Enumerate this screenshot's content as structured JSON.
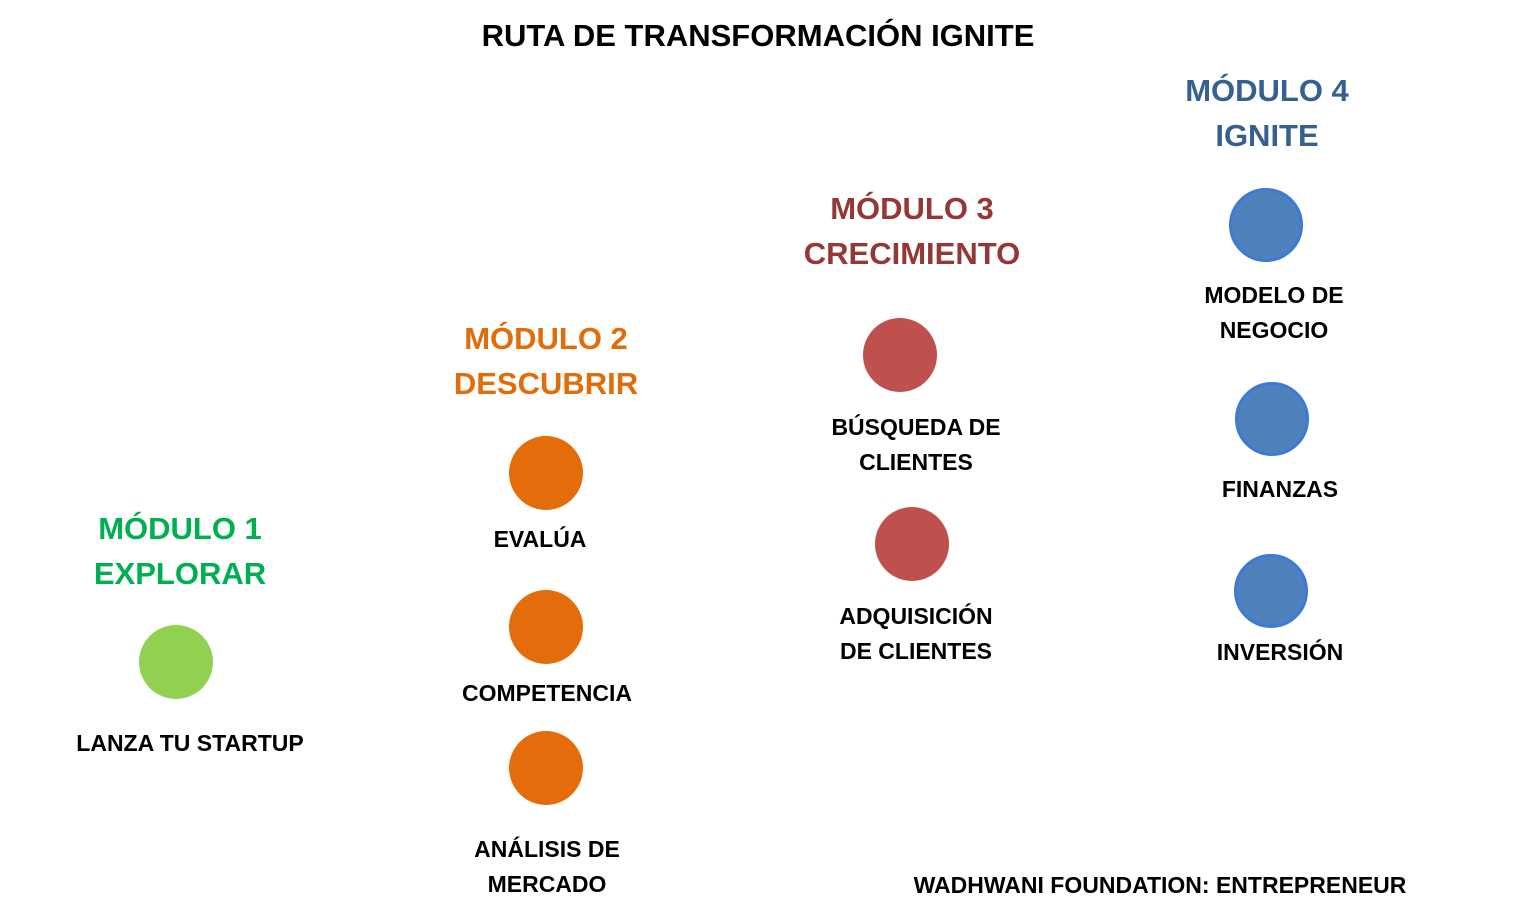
{
  "title": "RUTA DE TRANSFORMACIÓN IGNITE",
  "modules": [
    {
      "line1": "MÓDULO 1",
      "line2": "EXPLORAR",
      "color": "#00b050",
      "dot_color": "#92d050",
      "items": [
        "LANZA TU STARTUP"
      ]
    },
    {
      "line1": "MÓDULO 2",
      "line2": "DESCUBRIR",
      "color": "#e36c0a",
      "dot_color": "#e46c0a",
      "items": [
        "EVALÚA",
        "COMPETENCIA",
        "ANÁLISIS DE\nMERCADO"
      ]
    },
    {
      "line1": "MÓDULO 3",
      "line2": "CRECIMIENTO",
      "color": "#953735",
      "dot_color": "#c0504d",
      "items": [
        "BÚSQUEDA DE\nCLIENTES",
        "ADQUISICIÓN\nDE CLIENTES"
      ]
    },
    {
      "line1": "MÓDULO 4",
      "line2": "IGNITE",
      "color": "#376092",
      "dot_color": "#4f81bd",
      "items": [
        "MODELO DE\nNEGOCIO",
        "FINANZAS",
        "INVERSIÓN"
      ]
    }
  ],
  "footer": "WADHWANI FOUNDATION: ENTREPRENEUR"
}
